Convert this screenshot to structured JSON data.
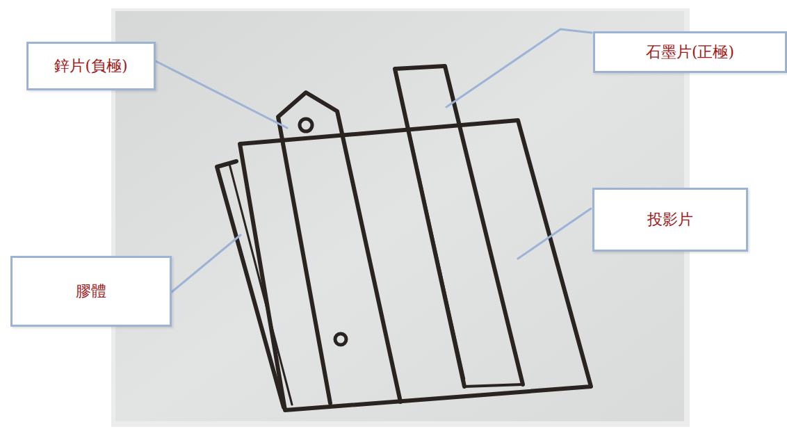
{
  "diagram": {
    "nodes": [
      {
        "text": [
          "鋅片(負極)"
        ]
      },
      {
        "text": [
          "石墨片(正極)"
        ]
      },
      {
        "text": [
          "投影片"
        ]
      },
      {
        "text": [
          "膠體"
        ]
      }
    ]
  }
}
